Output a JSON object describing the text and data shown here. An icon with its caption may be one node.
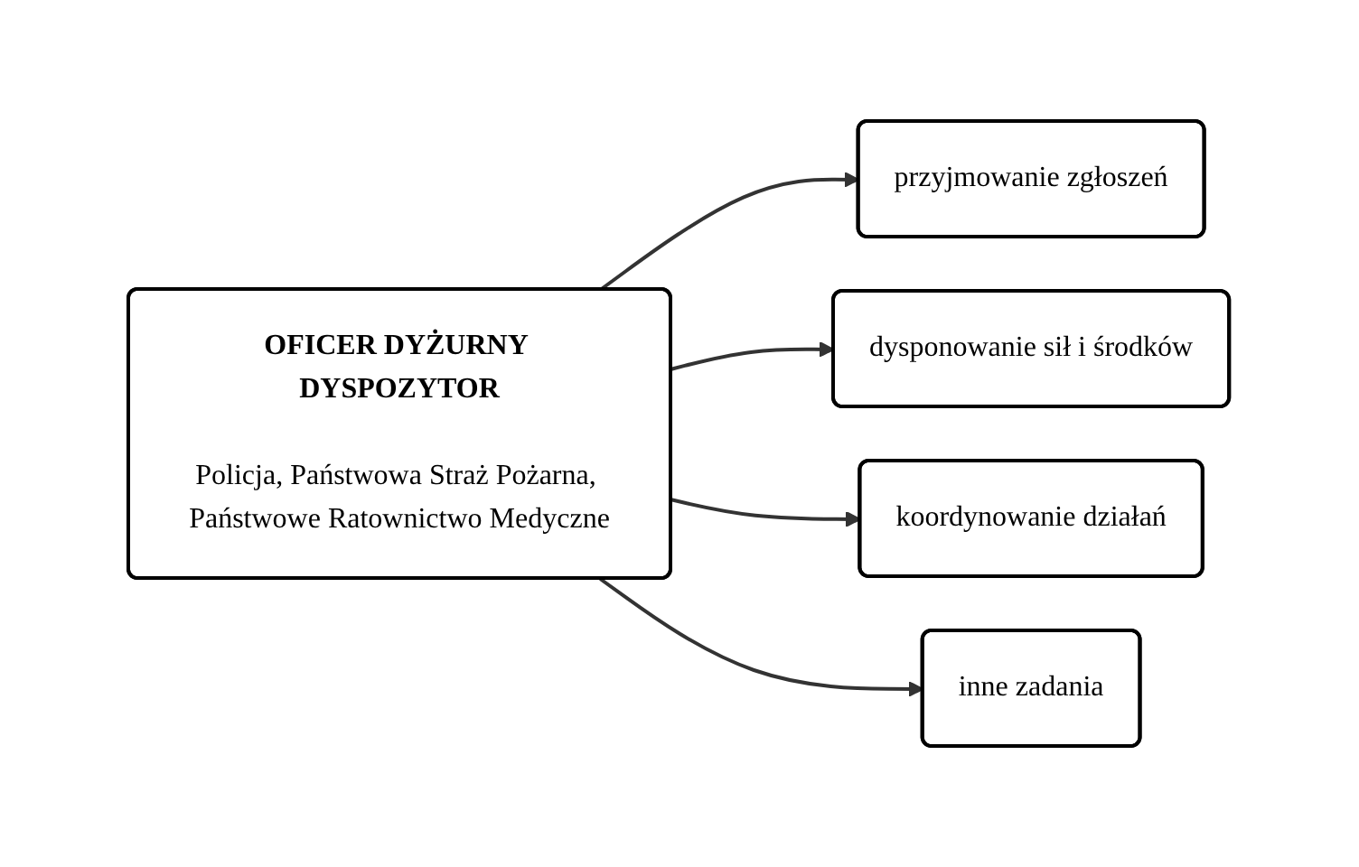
{
  "diagram": {
    "nodes": [
      {
        "text": [
          "OFICER DYŻURNY DYSPOZYTOR",
          "Policja, Państwowa Straż Pożarna, Państwowe Ratownictwo Medyczne"
        ]
      },
      {
        "text": [
          "przyjmowanie zgłoszeń"
        ]
      },
      {
        "text": [
          "dysponowanie sił i środków"
        ]
      },
      {
        "text": [
          "koordynowanie działań"
        ]
      },
      {
        "text": [
          "inne zadania"
        ]
      }
    ],
    "edges": [
      {
        "from": 0,
        "to": 1,
        "arrow": "to"
      },
      {
        "from": 0,
        "to": 2,
        "arrow": "to"
      },
      {
        "from": 0,
        "to": 3,
        "arrow": "to"
      },
      {
        "from": 0,
        "to": 4,
        "arrow": "to"
      }
    ]
  }
}
